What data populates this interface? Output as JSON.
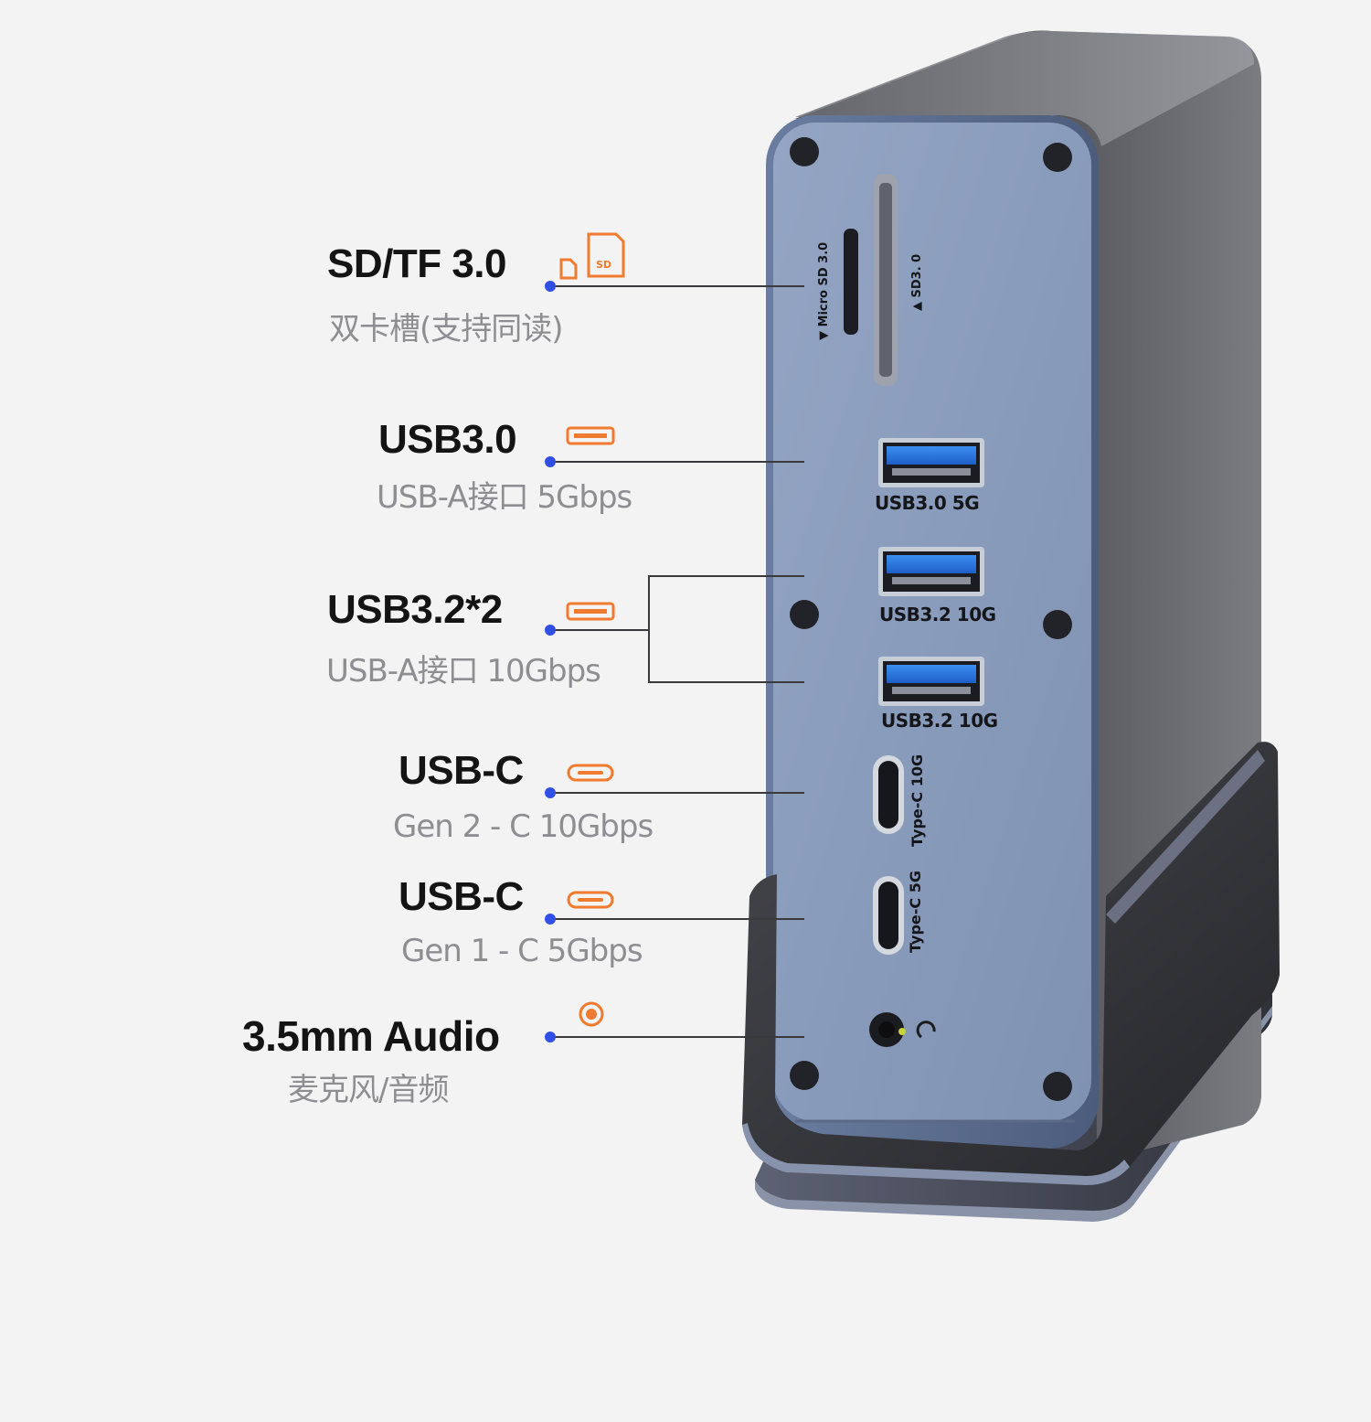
{
  "colors": {
    "accent_orange": "#f07a2d",
    "dot_blue": "#2f4fe6",
    "panel_blue": "#8d9fbd",
    "body_dark": "#3c3d42"
  },
  "features": [
    {
      "id": "sd",
      "title": "SD/TF 3.0",
      "subtitle": "双卡槽(支持同读)",
      "icon": "sd-card-icon"
    },
    {
      "id": "usb30",
      "title": "USB3.0",
      "subtitle": "USB-A接口   5Gbps",
      "icon": "usb-a-icon"
    },
    {
      "id": "usb32",
      "title": "USB3.2*2",
      "subtitle": "USB-A接口   10Gbps",
      "icon": "usb-a-icon"
    },
    {
      "id": "usbc2",
      "title": "USB-C",
      "subtitle": "Gen 2 - C   10Gbps",
      "icon": "usb-c-icon"
    },
    {
      "id": "usbc1",
      "title": "USB-C",
      "subtitle": "Gen 1 - C   5Gbps",
      "icon": "usb-c-icon"
    },
    {
      "id": "audio",
      "title": "3.5mm Audio",
      "subtitle": "麦克风/音频",
      "icon": "audio-jack-icon"
    }
  ],
  "device_labels": {
    "micro_sd": "▼ Micro SD 3.0",
    "sd": "▲ SD3. 0",
    "usb30": "USB3.0  5G",
    "usb32_a": "USB3.2 10G",
    "usb32_b": "USB3.2 10G",
    "typec_10g": "Type-C 10G",
    "typec_5g": "Type-C 5G"
  }
}
